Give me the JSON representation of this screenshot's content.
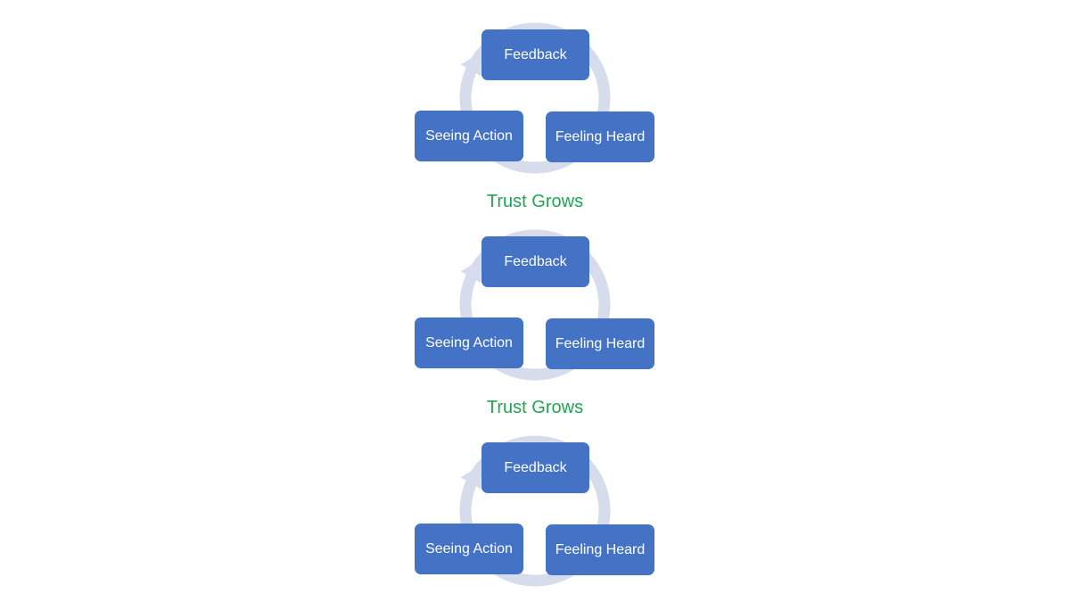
{
  "cycles": [
    {
      "top_label": "Feedback",
      "left_label": "Seeing Action",
      "right_label": "Feeling Heard"
    },
    {
      "top_label": "Feedback",
      "left_label": "Seeing Action",
      "right_label": "Feeling Heard"
    },
    {
      "top_label": "Feedback",
      "left_label": "Seeing Action",
      "right_label": "Feeling Heard"
    }
  ],
  "trust_labels": [
    "Trust Grows",
    "Trust Grows"
  ],
  "colors": {
    "node_fill": "#4472C4",
    "node_text": "#FFFFFF",
    "ring_color": "#D6DCEC",
    "label_green": "#22A455",
    "background": "#FFFFFF"
  }
}
